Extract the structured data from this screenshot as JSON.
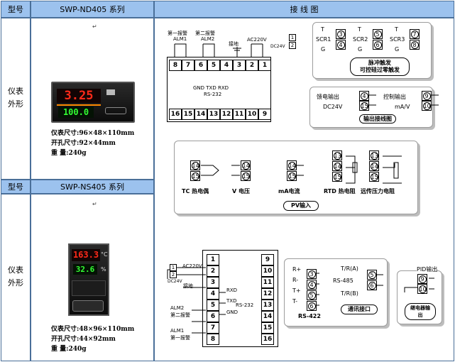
{
  "header": {
    "model_label": "型号",
    "series_top": "SWP-ND405 系列",
    "wiring_title": "接 线 图",
    "series_bottom": "SWP-NS405 系列"
  },
  "left": {
    "shape_label": "仪表外形",
    "top_specs": [
      "仪表尺寸:96×48×110mm",
      "开孔尺寸:92×44mm",
      "重    量:240g"
    ],
    "bottom_specs": [
      "仪表尺寸:48×96×110mm",
      "开孔尺寸:44×92mm",
      "重    量:240g"
    ],
    "display_top": {
      "pv": "3.25",
      "sv": "100.0"
    },
    "display_bottom": {
      "pv": "163.3",
      "unit": "°C",
      "sv": "32.6",
      "sv_unit": "%"
    }
  },
  "top_diagram": {
    "alarm1": "第一报警",
    "alm1": "ALM1",
    "alarm2": "第二报警",
    "alm2": "ALM2",
    "ground": "接地",
    "power": "AC220V",
    "row_top": [
      "8",
      "7",
      "6",
      "5",
      "4",
      "3",
      "2",
      "1"
    ],
    "row_bottom": [
      "16",
      "15",
      "14",
      "13",
      "12",
      "11",
      "10",
      "9"
    ],
    "rs_signals": "GND TXD RXD",
    "rs_label": "RS-232",
    "dc24": "DC24V"
  },
  "pulse_box": {
    "title1": "脉冲触发",
    "title2": "可控硅过零触发",
    "groups": [
      {
        "name": "SCR1",
        "t": "T",
        "g": "G",
        "a": "3",
        "b": "4"
      },
      {
        "name": "SCR2",
        "t": "T",
        "g": "G",
        "a": "5",
        "b": "6"
      },
      {
        "name": "SCR3",
        "t": "T",
        "g": "G",
        "a": "7",
        "b": "8"
      }
    ]
  },
  "output_box": {
    "feed_label": "馈电输出",
    "feed_value": "DC24V",
    "ctrl_label": "控制输出",
    "ctrl_value": "mA/V",
    "terms": [
      "4",
      "15",
      "9",
      "10"
    ],
    "caption": "输出接线图"
  },
  "pv_box": {
    "caption": "PV输入",
    "items": [
      {
        "label": "TC 热电偶",
        "a": "14",
        "b": "15"
      },
      {
        "label": "V 电压",
        "a": "14",
        "b": "15"
      },
      {
        "label": "mA电流",
        "a": "14",
        "b": "15"
      },
      {
        "label": "RTD 热电阻",
        "a": "13",
        "b": "14",
        "c": "15"
      },
      {
        "label": "远传压力电阻",
        "a": "13",
        "b": "14",
        "c": "15"
      }
    ]
  },
  "bottom_diagram": {
    "power": "AC220V",
    "dc24": "DC24V",
    "ground": "接地",
    "alm2": "ALM2",
    "alarm2": "第二报警",
    "alm1": "ALM1",
    "alarm1": "第一报警",
    "left_col": [
      "1",
      "2",
      "3",
      "4",
      "5",
      "6",
      "7",
      "8"
    ],
    "right_col": [
      "9",
      "10",
      "11",
      "12",
      "13",
      "14",
      "15",
      "16"
    ],
    "rxd": "RXD",
    "txd": "TXD",
    "gnd": "GND",
    "rs232": "RS-232"
  },
  "comm_box": {
    "left_labels": [
      "R+",
      "R-",
      "T+",
      "T-"
    ],
    "left_terms": [
      "3",
      "4",
      "5",
      "6"
    ],
    "rs422": "RS-422",
    "right_labels": [
      "T/R(A)",
      "RS-485",
      "T/R(B)"
    ],
    "right_terms": [
      "5",
      "6"
    ],
    "caption": "通讯接口"
  },
  "relay_box": {
    "pid": "PID输出",
    "terms": [
      "9",
      "10"
    ],
    "caption": "继电器输出"
  }
}
